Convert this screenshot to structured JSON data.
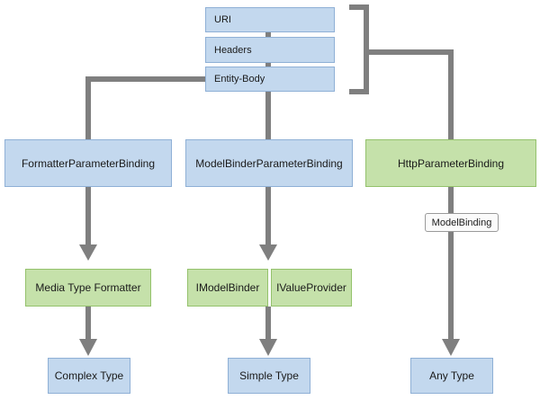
{
  "diagram": {
    "request": {
      "uri": "URI",
      "headers": "Headers",
      "body": "Entity-Body"
    },
    "bindings": {
      "formatter": "FormatterParameterBinding",
      "model_binder": "ModelBinderParameterBinding",
      "http": "HttpParameterBinding"
    },
    "handlers": {
      "media_type_formatter": "Media Type Formatter",
      "imodel_binder": "IModelBinder",
      "ivalue_provider": "IValueProvider"
    },
    "edge_label": "ModelBinding",
    "results": {
      "complex": "Complex Type",
      "simple": "Simple Type",
      "any": "Any Type"
    }
  },
  "colors": {
    "request_fill": "#c3d8ee",
    "binding_fill": "#c3d8ee",
    "http_binding_fill": "#c5e1aa",
    "handler_fill": "#c5e1aa",
    "result_fill": "#c3d8ee",
    "arrow": "#7f7f7f"
  }
}
